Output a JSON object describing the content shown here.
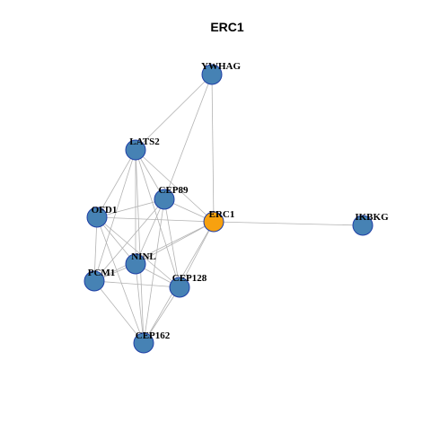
{
  "title": "ERC1",
  "colors": {
    "node": "#4682b4",
    "focus": "#f7a10f",
    "edge": "#b3b3b3",
    "node_border": "#1f3fa6"
  },
  "focus": "ERC1",
  "nodes": [
    {
      "id": "YWHAG",
      "label": "YWHAG"
    },
    {
      "id": "LATS2",
      "label": "LATS2"
    },
    {
      "id": "CEP89",
      "label": "CEP89"
    },
    {
      "id": "OFD1",
      "label": "OFD1"
    },
    {
      "id": "ERC1",
      "label": "ERC1"
    },
    {
      "id": "IKBKG",
      "label": "IKBKG"
    },
    {
      "id": "NINL",
      "label": "NINL"
    },
    {
      "id": "PCM1",
      "label": "PCM1"
    },
    {
      "id": "CEP128",
      "label": "CEP128"
    },
    {
      "id": "CEP162",
      "label": "CEP162"
    }
  ],
  "edges": [
    [
      "YWHAG",
      "LATS2"
    ],
    [
      "YWHAG",
      "CEP89"
    ],
    [
      "YWHAG",
      "ERC1"
    ],
    [
      "LATS2",
      "CEP89"
    ],
    [
      "LATS2",
      "OFD1"
    ],
    [
      "LATS2",
      "ERC1"
    ],
    [
      "LATS2",
      "NINL"
    ],
    [
      "LATS2",
      "PCM1"
    ],
    [
      "LATS2",
      "CEP128"
    ],
    [
      "LATS2",
      "CEP162"
    ],
    [
      "CEP89",
      "OFD1"
    ],
    [
      "CEP89",
      "ERC1"
    ],
    [
      "CEP89",
      "NINL"
    ],
    [
      "CEP89",
      "PCM1"
    ],
    [
      "CEP89",
      "CEP128"
    ],
    [
      "CEP89",
      "CEP162"
    ],
    [
      "OFD1",
      "ERC1"
    ],
    [
      "OFD1",
      "NINL"
    ],
    [
      "OFD1",
      "PCM1"
    ],
    [
      "OFD1",
      "CEP128"
    ],
    [
      "OFD1",
      "CEP162"
    ],
    [
      "ERC1",
      "IKBKG"
    ],
    [
      "ERC1",
      "NINL"
    ],
    [
      "ERC1",
      "PCM1"
    ],
    [
      "ERC1",
      "CEP128"
    ],
    [
      "ERC1",
      "CEP162"
    ],
    [
      "NINL",
      "PCM1"
    ],
    [
      "NINL",
      "CEP128"
    ],
    [
      "NINL",
      "CEP162"
    ],
    [
      "PCM1",
      "CEP128"
    ],
    [
      "PCM1",
      "CEP162"
    ],
    [
      "CEP128",
      "CEP162"
    ]
  ]
}
